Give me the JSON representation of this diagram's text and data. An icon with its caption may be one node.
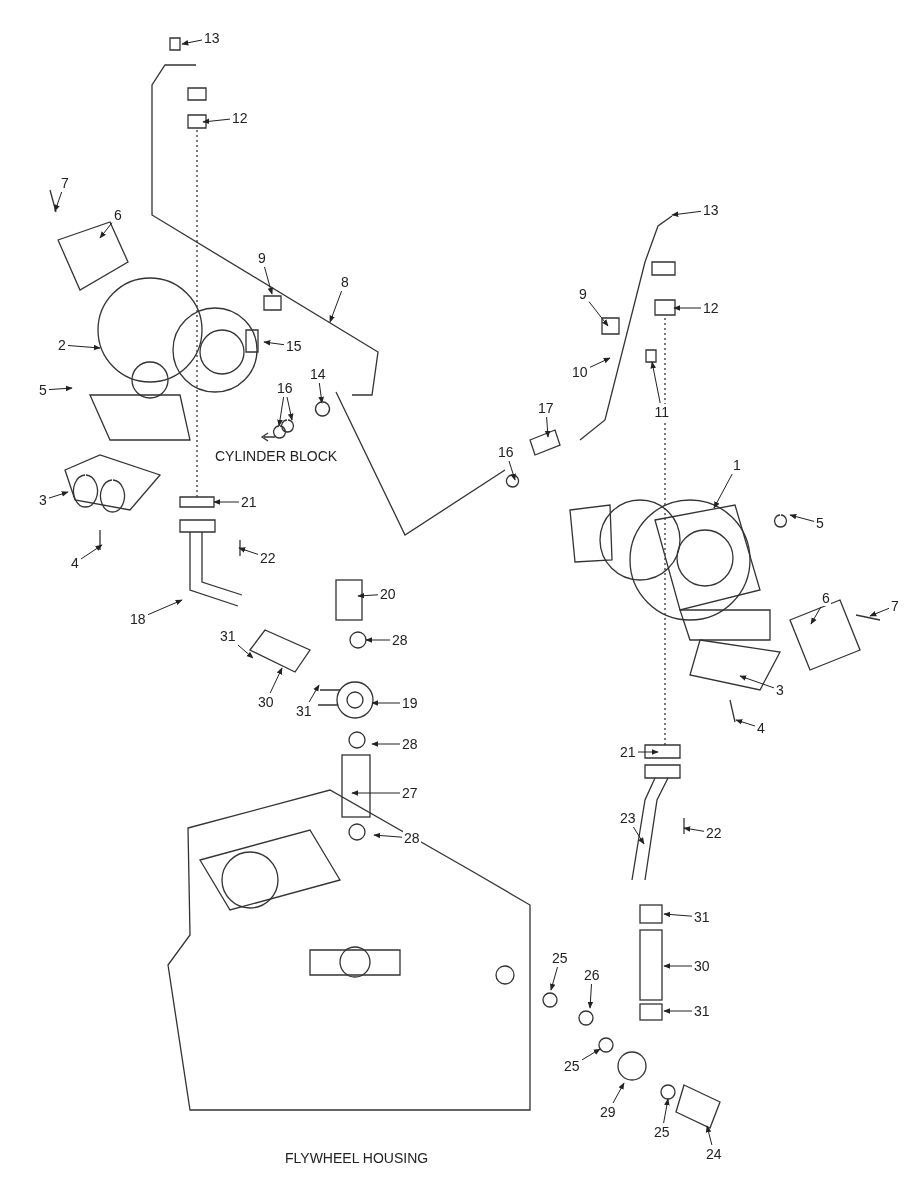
{
  "diagram": {
    "nodes": [
      {
        "text": [
          "13"
        ]
      },
      {
        "text": [
          "12"
        ]
      },
      {
        "text": [
          "7"
        ]
      },
      {
        "text": [
          "6"
        ]
      },
      {
        "text": [
          "9"
        ]
      },
      {
        "text": [
          "8"
        ]
      },
      {
        "text": [
          "2"
        ]
      },
      {
        "text": [
          "15"
        ]
      },
      {
        "text": [
          "5"
        ]
      },
      {
        "text": [
          "14"
        ]
      },
      {
        "text": [
          "16"
        ]
      },
      {
        "text": [
          "21"
        ]
      },
      {
        "text": [
          "3"
        ]
      },
      {
        "text": [
          "22"
        ]
      },
      {
        "text": [
          "4"
        ]
      },
      {
        "text": [
          "18"
        ]
      },
      {
        "text": [
          "31"
        ]
      },
      {
        "text": [
          "30"
        ]
      },
      {
        "text": [
          "20"
        ]
      },
      {
        "text": [
          "28"
        ]
      },
      {
        "text": [
          "31"
        ]
      },
      {
        "text": [
          "19"
        ]
      },
      {
        "text": [
          "28"
        ]
      },
      {
        "text": [
          "27"
        ]
      },
      {
        "text": [
          "28"
        ]
      },
      {
        "text": [
          "13"
        ]
      },
      {
        "text": [
          "12"
        ]
      },
      {
        "text": [
          "9"
        ]
      },
      {
        "text": [
          "10"
        ]
      },
      {
        "text": [
          "11"
        ]
      },
      {
        "text": [
          "17"
        ]
      },
      {
        "text": [
          "16"
        ]
      },
      {
        "text": [
          "1"
        ]
      },
      {
        "text": [
          "5"
        ]
      },
      {
        "text": [
          "6"
        ]
      },
      {
        "text": [
          "7"
        ]
      },
      {
        "text": [
          "3"
        ]
      },
      {
        "text": [
          "4"
        ]
      },
      {
        "text": [
          "21"
        ]
      },
      {
        "text": [
          "23"
        ]
      },
      {
        "text": [
          "22"
        ]
      },
      {
        "text": [
          "31"
        ]
      },
      {
        "text": [
          "30"
        ]
      },
      {
        "text": [
          "25"
        ]
      },
      {
        "text": [
          "26"
        ]
      },
      {
        "text": [
          "31"
        ]
      },
      {
        "text": [
          "25"
        ]
      },
      {
        "text": [
          "29"
        ]
      },
      {
        "text": [
          "25"
        ]
      },
      {
        "text": [
          "24"
        ]
      }
    ],
    "edges": [
      {
        "from": 0,
        "to": null,
        "arrow": "to"
      },
      {
        "from": 1,
        "to": null,
        "arrow": "to"
      },
      {
        "from": 2,
        "to": null,
        "arrow": "to"
      },
      {
        "from": 3,
        "to": null,
        "arrow": "to"
      },
      {
        "from": 4,
        "to": null,
        "arrow": "to"
      },
      {
        "from": 5,
        "to": null,
        "arrow": "to"
      },
      {
        "from": 6,
        "to": null,
        "arrow": "to"
      },
      {
        "from": 7,
        "to": null,
        "arrow": "to"
      },
      {
        "from": 8,
        "to": null,
        "arrow": "to"
      },
      {
        "from": 9,
        "to": null,
        "arrow": "to"
      },
      {
        "from": 10,
        "to": null,
        "arrow": "to"
      },
      {
        "from": 10,
        "to": null,
        "arrow": "to"
      },
      {
        "from": 11,
        "to": null,
        "arrow": "to"
      },
      {
        "from": 12,
        "to": null,
        "arrow": "to"
      },
      {
        "from": 13,
        "to": null,
        "arrow": "to"
      },
      {
        "from": 14,
        "to": null,
        "arrow": "to"
      },
      {
        "from": 15,
        "to": null,
        "arrow": "to"
      },
      {
        "from": 16,
        "to": null,
        "arrow": "to"
      },
      {
        "from": 17,
        "to": null,
        "arrow": "to"
      },
      {
        "from": 18,
        "to": null,
        "arrow": "to"
      },
      {
        "from": 19,
        "to": null,
        "arrow": "to"
      },
      {
        "from": 20,
        "to": null,
        "arrow": "to"
      },
      {
        "from": 21,
        "to": null,
        "arrow": "to"
      },
      {
        "from": 22,
        "to": null,
        "arrow": "to"
      },
      {
        "from": 23,
        "to": null,
        "arrow": "to"
      },
      {
        "from": 24,
        "to": null,
        "arrow": "to"
      },
      {
        "from": 25,
        "to": null,
        "arrow": "to"
      },
      {
        "from": 26,
        "to": null,
        "arrow": "to"
      },
      {
        "from": 27,
        "to": null,
        "arrow": "to"
      },
      {
        "from": 28,
        "to": null,
        "arrow": "to"
      },
      {
        "from": 29,
        "to": null,
        "arrow": "to"
      },
      {
        "from": 30,
        "to": null,
        "arrow": "to"
      },
      {
        "from": 31,
        "to": null,
        "arrow": "to"
      },
      {
        "from": 32,
        "to": null,
        "arrow": "to"
      },
      {
        "from": 33,
        "to": null,
        "arrow": "to"
      },
      {
        "from": 34,
        "to": null,
        "arrow": "to"
      },
      {
        "from": 35,
        "to": null,
        "arrow": "to"
      },
      {
        "from": 36,
        "to": null,
        "arrow": "to"
      },
      {
        "from": 37,
        "to": null,
        "arrow": "to"
      },
      {
        "from": 38,
        "to": null,
        "arrow": "to"
      },
      {
        "from": 39,
        "to": null,
        "arrow": "to"
      },
      {
        "from": 40,
        "to": null,
        "arrow": "to"
      },
      {
        "from": 41,
        "to": null,
        "arrow": "to"
      },
      {
        "from": 42,
        "to": null,
        "arrow": "to"
      },
      {
        "from": 43,
        "to": null,
        "arrow": "to"
      },
      {
        "from": 44,
        "to": null,
        "arrow": "to"
      },
      {
        "from": 45,
        "to": null,
        "arrow": "to"
      },
      {
        "from": 46,
        "to": null,
        "arrow": "to"
      },
      {
        "from": 47,
        "to": null,
        "arrow": "to"
      },
      {
        "from": 48,
        "to": null,
        "arrow": "to"
      },
      {
        "from": 49,
        "to": null,
        "arrow": "to"
      }
    ],
    "labels": [
      "CYLINDER BLOCK",
      "FLYWHEEL HOUSING"
    ]
  }
}
